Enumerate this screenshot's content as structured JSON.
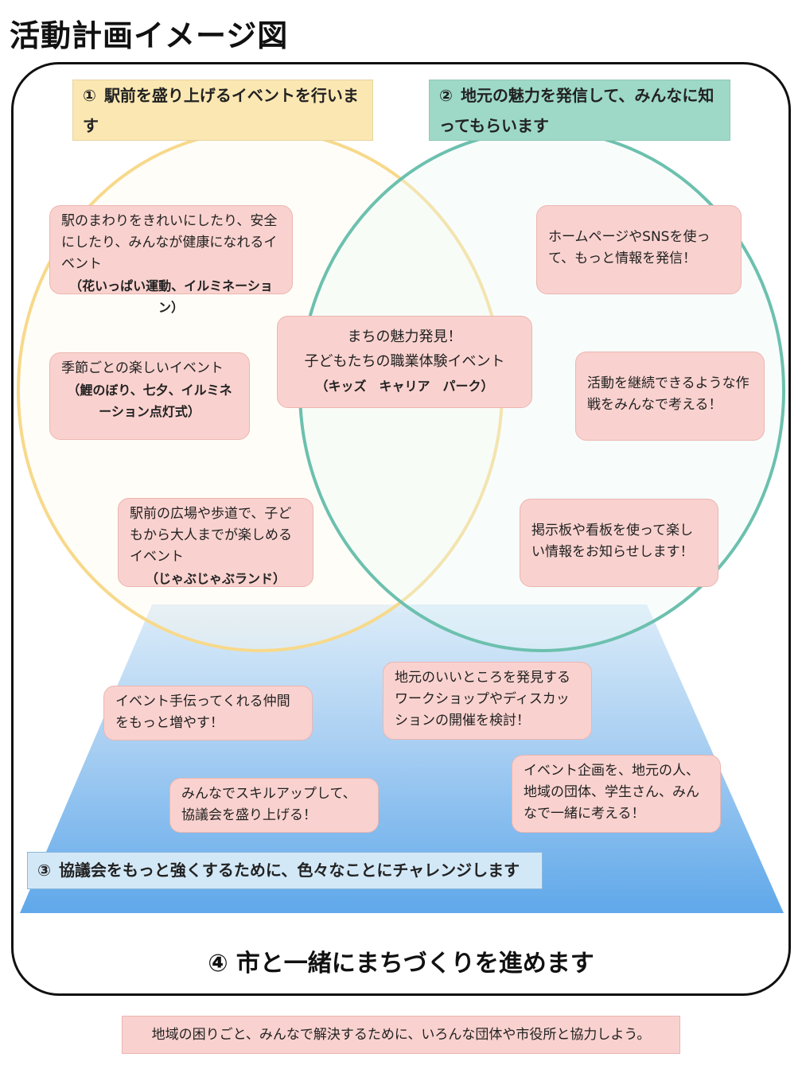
{
  "title": "活動計画イメージ図",
  "colors": {
    "circle1": "#f7d98b",
    "circle2": "#6cc0ae",
    "header1": "#fbe7b2",
    "header2": "#9dd9c6",
    "header3": "#d3e8f7",
    "note": "#f9d2cf",
    "trapezoid_top": "#dcecf9",
    "trapezoid_bottom": "#5fa8ea"
  },
  "groups": [
    {
      "number": "①",
      "label": "駅前を盛り上げるイベントを行います"
    },
    {
      "number": "②",
      "label": "地元の魅力を発信して、みんなに知ってもらいます"
    },
    {
      "number": "③",
      "label": "協議会をもっと強くするために、色々なことにチャレンジします"
    },
    {
      "number": "④",
      "label": "市と一緒にまちづくりを進めます"
    }
  ],
  "notes": {
    "n1": {
      "text": "駅のまわりをきれいにしたり、安全にしたり、みんなが健康になれるイベント",
      "bold": "（花いっぱい運動、イルミネーション）"
    },
    "n2": {
      "text": "季節ごとの楽しいイベント",
      "bold": "（鯉のぼり、七夕、イルミネーション点灯式）"
    },
    "n3": {
      "text": "駅前の広場や歩道で、子どもから大人までが楽しめるイベント",
      "bold": "（じゃぶじゃぶランド）"
    },
    "n4": {
      "line1": "まちの魅力発見！",
      "line2": "子どもたちの職業体験イベント",
      "bold": "（キッズ　キャリア　パーク）"
    },
    "n5": {
      "text": "ホームページやSNSを使って、もっと情報を発信！"
    },
    "n6": {
      "text": "活動を継続できるような作戦をみんなで考える！"
    },
    "n7": {
      "text": "掲示板や看板を使って楽しい情報をお知らせします！"
    },
    "n8": {
      "text": "イベント手伝ってくれる仲間をもっと増やす！"
    },
    "n9": {
      "text": "地元のいいところを発見するワークショップやディスカッションの開催を検討！"
    },
    "n10": {
      "text": "みんなでスキルアップして、協議会を盛り上げる！"
    },
    "n11": {
      "text": "イベント企画を、地元の人、地域の団体、学生さん、みんなで一緒に考える！"
    }
  },
  "footer": "地域の困りごと、みんなで解決するために、いろんな団体や市役所と協力しよう。"
}
